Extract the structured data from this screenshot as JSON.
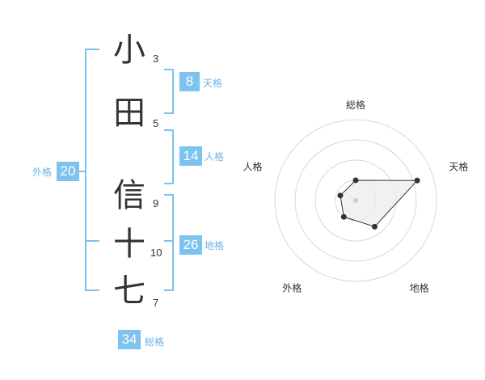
{
  "name_chars": [
    {
      "char": "小",
      "strokes": "3"
    },
    {
      "char": "田",
      "strokes": "5"
    },
    {
      "char": "信",
      "strokes": "9"
    },
    {
      "char": "十",
      "strokes": "10"
    },
    {
      "char": "七",
      "strokes": "7"
    }
  ],
  "kakusu": {
    "tenkaku": {
      "value": "8",
      "label": "天格"
    },
    "jinkaku": {
      "value": "14",
      "label": "人格"
    },
    "chikaku": {
      "value": "26",
      "label": "地格"
    },
    "gaikaku": {
      "value": "20",
      "label": "外格"
    },
    "soukaku": {
      "value": "34",
      "label": "総格"
    }
  },
  "accent_color": "#7cc3ee",
  "chart_data": {
    "type": "radar",
    "axes": [
      "総格",
      "天格",
      "地格",
      "外格",
      "人格"
    ],
    "values": [
      0.25,
      0.8,
      0.4,
      0.25,
      0.2
    ],
    "rings": 4,
    "fill_color": "#eeeeee",
    "line_color": "#333333"
  }
}
